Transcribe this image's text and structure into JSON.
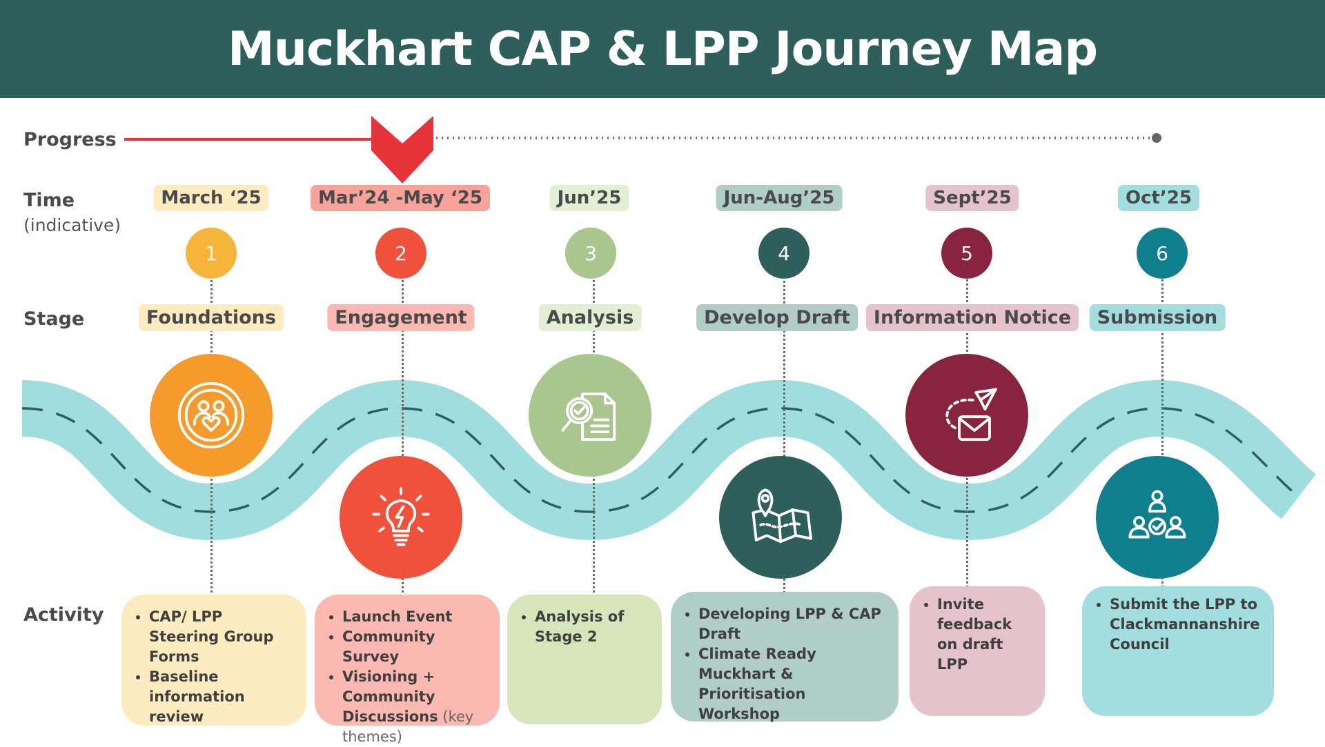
{
  "title": "Muckhart CAP & LPP Journey Map",
  "labels": {
    "progress": "Progress",
    "time": "Time",
    "time_sub": "(indicative)",
    "stage": "Stage",
    "activity": "Activity"
  },
  "colors": {
    "header": "#2f5f5b",
    "road": "#a0dedd",
    "progress": "#e8333a"
  },
  "stages": [
    {
      "number": "1",
      "time": "March ‘25",
      "stage": "Foundations",
      "color": "#f6b53a",
      "light": "#fcecbf",
      "icon_color": "#f79a2c",
      "icon": "community-heart-icon",
      "activities": [
        {
          "text": "CAP/ LPP Steering Group Forms"
        },
        {
          "text": "Baseline information review"
        }
      ]
    },
    {
      "number": "2",
      "time": "Mar’24 -May ‘25",
      "stage": "Engagement",
      "color": "#f0513a",
      "light": "#fbb9b1",
      "icon_color": "#f0513a",
      "icon": "lightbulb-icon",
      "activities": [
        {
          "text": "Launch Event"
        },
        {
          "text": "Community Survey"
        },
        {
          "text": "Visioning + Community Discussions",
          "note": " (key themes)"
        }
      ]
    },
    {
      "number": "3",
      "time": "Jun’25",
      "stage": "Analysis",
      "color": "#a8c68e",
      "light": "#d7e5ba",
      "icon_color": "#a8c68e",
      "icon": "document-search-icon",
      "activities": [
        {
          "text": "Analysis of Stage 2"
        }
      ]
    },
    {
      "number": "4",
      "time": "Jun-Aug’25",
      "stage": "Develop Draft",
      "color": "#2f5f5b",
      "light": "#b0cec7",
      "icon_color": "#2f5f5b",
      "icon": "map-pin-icon",
      "activities": [
        {
          "text": "Developing LPP & CAP Draft"
        },
        {
          "text": "Climate Ready Muckhart & Prioritisation Workshop"
        }
      ]
    },
    {
      "number": "5",
      "time": "Sept’25",
      "stage": "Information Notice",
      "color": "#882440",
      "light": "#e5c3cc",
      "icon_color": "#882440",
      "icon": "send-mail-icon",
      "activities": [
        {
          "text": "Invite feedback on draft LPP"
        }
      ]
    },
    {
      "number": "6",
      "time": "Oct’25",
      "stage": "Submission",
      "color": "#0f7f8d",
      "light": "#a2dedd",
      "icon_color": "#0f7f8d",
      "icon": "team-check-icon",
      "activities": [
        {
          "text": "Submit the  LPP to Clackmannanshire Council"
        }
      ]
    }
  ]
}
